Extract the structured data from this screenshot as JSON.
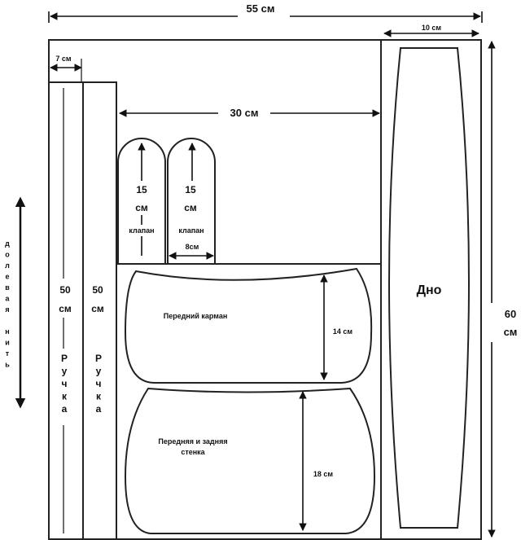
{
  "dimensions": {
    "total_width": "55 см",
    "total_height_value": "60",
    "total_height_unit": "см",
    "bottom_width": "10 см",
    "handle_width": "7 см",
    "flap_area_width": "30 см",
    "front_pocket_height": "14 см",
    "front_back_height": "18 см",
    "flap_width": "8см"
  },
  "grain": {
    "letters": [
      "д",
      "о",
      "л",
      "е",
      "в",
      "а",
      "я",
      " ",
      "н",
      "и",
      "т",
      "ь"
    ]
  },
  "handles": [
    {
      "value": "50",
      "unit": "см",
      "letters": [
        "Р",
        "у",
        "ч",
        "к",
        "а"
      ]
    },
    {
      "value": "50",
      "unit": "см",
      "letters": [
        "Р",
        "у",
        "ч",
        "к",
        "а"
      ]
    }
  ],
  "flaps": [
    {
      "value": "15",
      "unit": "см",
      "name": "клапан"
    },
    {
      "value": "15",
      "unit": "см",
      "name": "клапан"
    }
  ],
  "pieces": {
    "front_pocket": "Передний карман",
    "front_back_line1": "Передняя и задняя",
    "front_back_line2": "стенка",
    "bottom": "Дно"
  }
}
